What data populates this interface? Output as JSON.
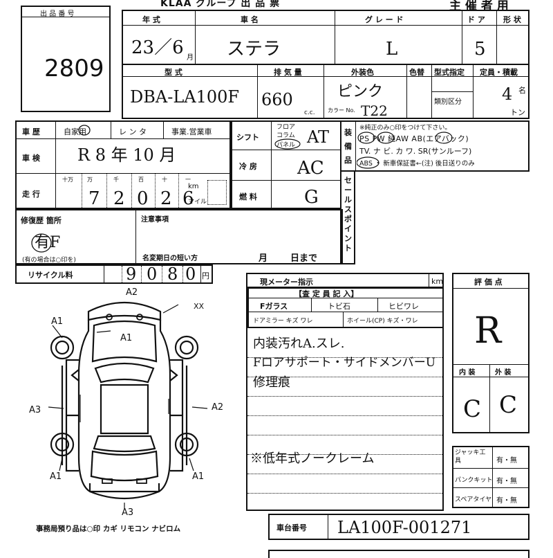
{
  "header": {
    "title": "KLAA グループ 出 品 票",
    "organizer": "主 催 者 用"
  },
  "lot": {
    "label": "出 品 番 号",
    "number": "2809"
  },
  "vehicle": {
    "year_label": "年 式",
    "year": "23／6",
    "month_suffix": "月",
    "name_label": "車 名",
    "name": "ステラ",
    "grade_label": "グ レ ー ド",
    "grade": "L",
    "door_label": "ド ア",
    "doors": "5",
    "shape_label": "形 状",
    "model_label": "型 式",
    "model": "DBA-LA100F",
    "displacement_label": "排 気 量",
    "displacement": "660",
    "cc_unit": "c.c.",
    "exterior_color_label": "外装色",
    "exterior_color": "ピンク",
    "color_change_label": "色替",
    "color_no_label": "カラー No.",
    "color_no": "T22",
    "type_designation_label": "型式指定",
    "classification_label": "類別区分",
    "capacity_label": "定員・積載",
    "capacity": "4",
    "capacity_unit": "名",
    "load_unit": "トン"
  },
  "history": {
    "label": "車 歴",
    "options": [
      "自家用",
      "レ ン タ",
      "事業.営業車"
    ],
    "selected_circle": "家"
  },
  "inspection": {
    "label": "車 検",
    "value": "R 8 年 10 月"
  },
  "mileage": {
    "label": "走 行",
    "digit_labels": [
      "十万",
      "万",
      "千",
      "百",
      "十",
      "一"
    ],
    "digits": [
      "7",
      "2",
      "0",
      "2",
      "6"
    ],
    "unit_km": "km",
    "unit_mile": "マイル"
  },
  "shift": {
    "label": "シフト",
    "options": [
      "フロア",
      "コラム",
      "パネル"
    ],
    "value": "AT"
  },
  "aircon": {
    "label": "冷 房",
    "value": "AC"
  },
  "fuel": {
    "label": "燃 料",
    "value": "G"
  },
  "equipment": {
    "label": "装 備 品",
    "note": "※純正のみ○印をつけて下さい。",
    "line1": "PS PW 純AW AB(エアバック)",
    "line2": "TV. ナ ビ. カ ワ. SR(サンルーフ)",
    "line3": "ABS ・ 新車保証書←(注) 後日送りのみ"
  },
  "sales_point": {
    "label": "セールスポイント"
  },
  "repair": {
    "label": "修復歴 箇所",
    "value": "有F",
    "note": "(有の場合は○印を)"
  },
  "notice": {
    "label": "注意事項",
    "name_change_label": "名変期日の短い方",
    "month": "月",
    "day_until": "日まで"
  },
  "recycle": {
    "label": "リサイクル料",
    "digits": [
      "9",
      "0",
      "8",
      "0"
    ],
    "unit": "円"
  },
  "meter": {
    "label": "現メーター指示",
    "unit": "km"
  },
  "inspector": {
    "label": "【査 定 員 記 入】",
    "row1": [
      "Fガラス",
      "トビ石",
      "ヒビワレ"
    ],
    "row2": [
      "ドアミラー キズ ワレ",
      "ホイール(CP) キズ・ワレ"
    ],
    "notes": [
      "内装汚れA.スレ.",
      "Fロアサポート・サイドメンバーU",
      "修理痕",
      "※低年式ノークレーム"
    ]
  },
  "evaluation": {
    "label": "評 価 点",
    "score": "R",
    "interior_label": "内 装",
    "exterior_label": "外 装",
    "interior": "C",
    "exterior": "C"
  },
  "tools": [
    {
      "label": "ジャッキ工具",
      "value": "有・無"
    },
    {
      "label": "パンクキット",
      "value": "有・無"
    },
    {
      "label": "スペアタイヤ",
      "value": "有・無"
    }
  ],
  "chassis": {
    "label": "車台番号",
    "value": "LA100F-001271"
  },
  "diagram": {
    "marks": [
      {
        "id": "front-top",
        "text": "A2"
      },
      {
        "id": "front-right",
        "text": "XX"
      },
      {
        "id": "front-left-wheel",
        "text": "A1"
      },
      {
        "id": "hood",
        "text": "A1"
      },
      {
        "id": "left-side",
        "text": "A3"
      },
      {
        "id": "right-side",
        "text": "A2"
      },
      {
        "id": "rear-left-wheel",
        "text": "A1"
      },
      {
        "id": "rear-right-wheel",
        "text": "A1"
      },
      {
        "id": "rear-bottom",
        "text": "A3"
      }
    ]
  },
  "office": {
    "text": "事務局預り品は○印 カギ リモコン ナビロム"
  }
}
